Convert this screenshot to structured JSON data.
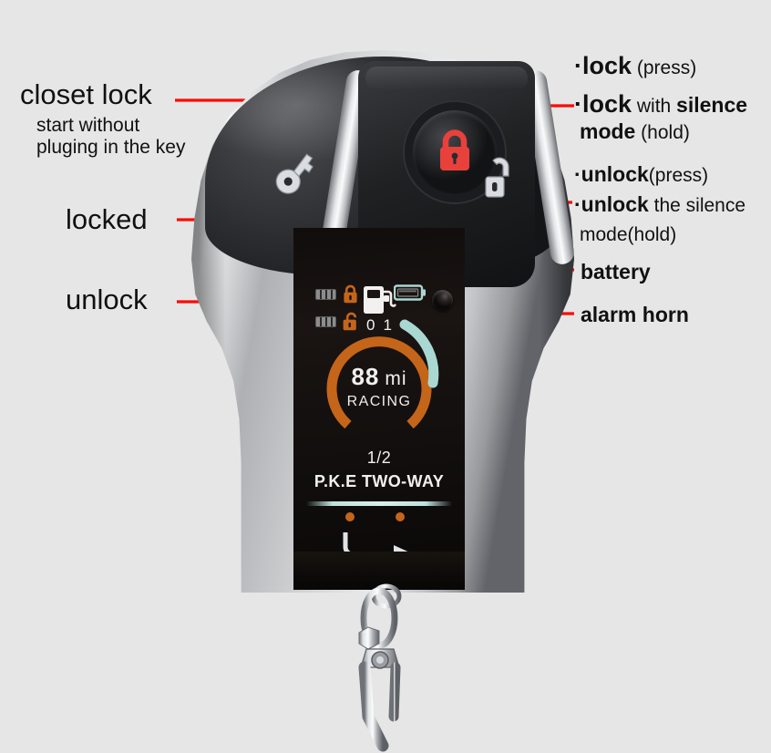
{
  "page": {
    "background_color": "#e6e6e6",
    "accent_leader_color": "#fb0b06",
    "subject": "two-way car alarm LCD remote key fob with annotation callouts"
  },
  "callouts": {
    "left": [
      {
        "id": "closet-lock",
        "title": "closet lock",
        "subtitle": "start without\npluging in the key",
        "subtitle_line1": "start without",
        "subtitle_line2": "pluging in the key",
        "points_to": "key-button"
      },
      {
        "id": "locked",
        "title": "locked",
        "points_to": "lcd-locked-indicator"
      },
      {
        "id": "unlock",
        "title": "unlock",
        "points_to": "lcd-unlock-indicator"
      }
    ],
    "right": [
      {
        "id": "lock-press",
        "bullet": "·",
        "strong": "lock",
        "rest": " (press)",
        "points_to": "lock-button"
      },
      {
        "id": "lock-silence",
        "bullet": "·",
        "strong": "lock",
        "mid": " with ",
        "strong2": "silence",
        "line2_strong": "mode",
        "line2_rest": " (hold)",
        "points_to": "lock-button"
      },
      {
        "id": "unlock-press",
        "bullet": "·",
        "strong": "unlock",
        "rest": "(press)",
        "points_to": "unlock-button"
      },
      {
        "id": "unlock-silence",
        "bullet": "·",
        "strong": "unlock",
        "mid": " the silence",
        "line2_rest": "mode(hold)",
        "points_to": "unlock-button"
      },
      {
        "id": "battery",
        "title": "battery",
        "points_to": "lcd-battery-icon"
      },
      {
        "id": "alarm-horn",
        "title": "alarm horn",
        "points_to": "alarm-horn-hole"
      }
    ]
  },
  "fob": {
    "buttons": {
      "left_icon": "key-icon",
      "center_icon": "padlock-locked-icon",
      "center_icon_color": "#e8413c",
      "right_icon": "key-unlock-icon"
    },
    "lcd": {
      "indicators": {
        "locked_label": "padlock-locked-icon",
        "unlock_label": "padlock-open-icon",
        "indicator_color": "#c4651a",
        "battery_icon": "battery-icon",
        "battery_color": "#a9d7d2"
      },
      "fuel": {
        "icon": "fuel-pump-icon",
        "scale_left": "0",
        "scale_right": "1"
      },
      "gauge": {
        "distance_value": "88",
        "distance_unit": "mi",
        "mode": "RACING",
        "ring_color": "#c4651a",
        "arc_color": "#a9d7d2"
      },
      "page_indicator": "1/2",
      "system_name": "P.K.E TWO-WAY",
      "bottom_icon": "u-turn-arrow-icon"
    }
  }
}
